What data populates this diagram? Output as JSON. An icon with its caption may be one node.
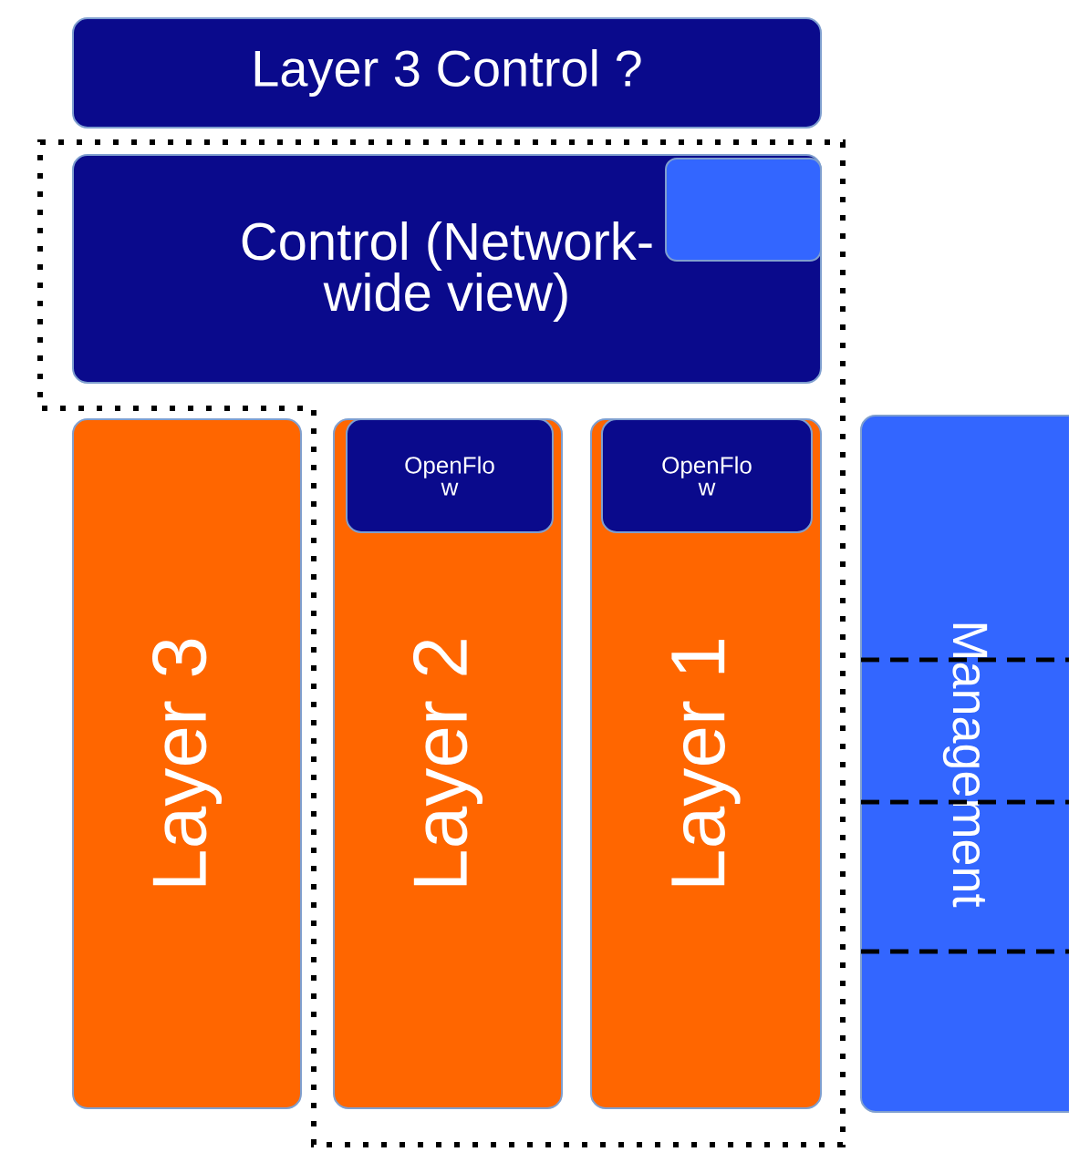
{
  "diagram": {
    "nodes": [
      {
        "text": [
          "Layer 3 Control ?"
        ]
      },
      {
        "text": [
          "Control (Network-wide view)"
        ]
      },
      {
        "text": [],
        "shape": "box",
        "in": 1
      },
      {
        "text": [
          "Layer 3"
        ]
      },
      {
        "text": [
          "Layer 2"
        ]
      },
      {
        "text": [
          "OpenFlo w"
        ],
        "in": 4
      },
      {
        "text": [
          "Layer 1"
        ]
      },
      {
        "text": [
          "OpenFlo w"
        ],
        "in": 6
      },
      {
        "text": [
          "Management"
        ]
      }
    ]
  }
}
